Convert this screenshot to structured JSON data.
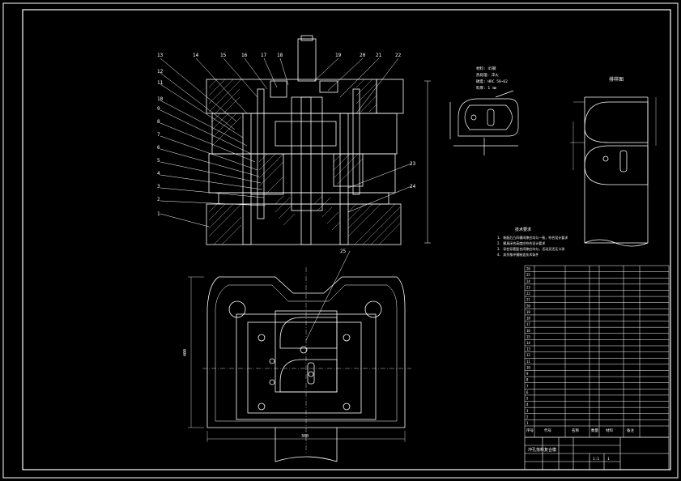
{
  "drawing": {
    "balloons": [
      "13",
      "14",
      "15",
      "16",
      "17",
      "18",
      "19",
      "20",
      "21",
      "22",
      "12",
      "11",
      "10",
      "9",
      "8",
      "7",
      "6",
      "5",
      "4",
      "3",
      "2",
      "1",
      "23",
      "24",
      "25"
    ],
    "bottom_dims": {
      "width": "300",
      "height": "400"
    },
    "part_notes": [
      "材料: 45钢",
      "热处理: 淬火",
      "硬度: HRC 58~62",
      "料厚: 1 mm"
    ],
    "strip_title": "排样图",
    "tech_req_title": "技术要求",
    "tech_req": [
      "1. 装配后凸凹模间隙应均匀一致，符合设计要求",
      "2. 模具闭合高度应符合设计要求",
      "3. 导柱导套配合间隙应均匀，活动灵活无卡滞",
      "4. 其余按冲模制造技术条件"
    ],
    "bom_rows": [
      "26",
      "25",
      "24",
      "23",
      "22",
      "21",
      "20",
      "19",
      "18",
      "17",
      "16",
      "15",
      "14",
      "13",
      "12",
      "11",
      "10",
      "9",
      "8",
      "7",
      "6",
      "5",
      "4",
      "3",
      "2",
      "1"
    ],
    "bom_header": [
      "序号",
      "代号",
      "名称",
      "数量",
      "材料",
      "备注"
    ],
    "title_block": {
      "drawing_name": "冲孔落料复合模",
      "scale": "1:1",
      "sheet": "1"
    }
  }
}
